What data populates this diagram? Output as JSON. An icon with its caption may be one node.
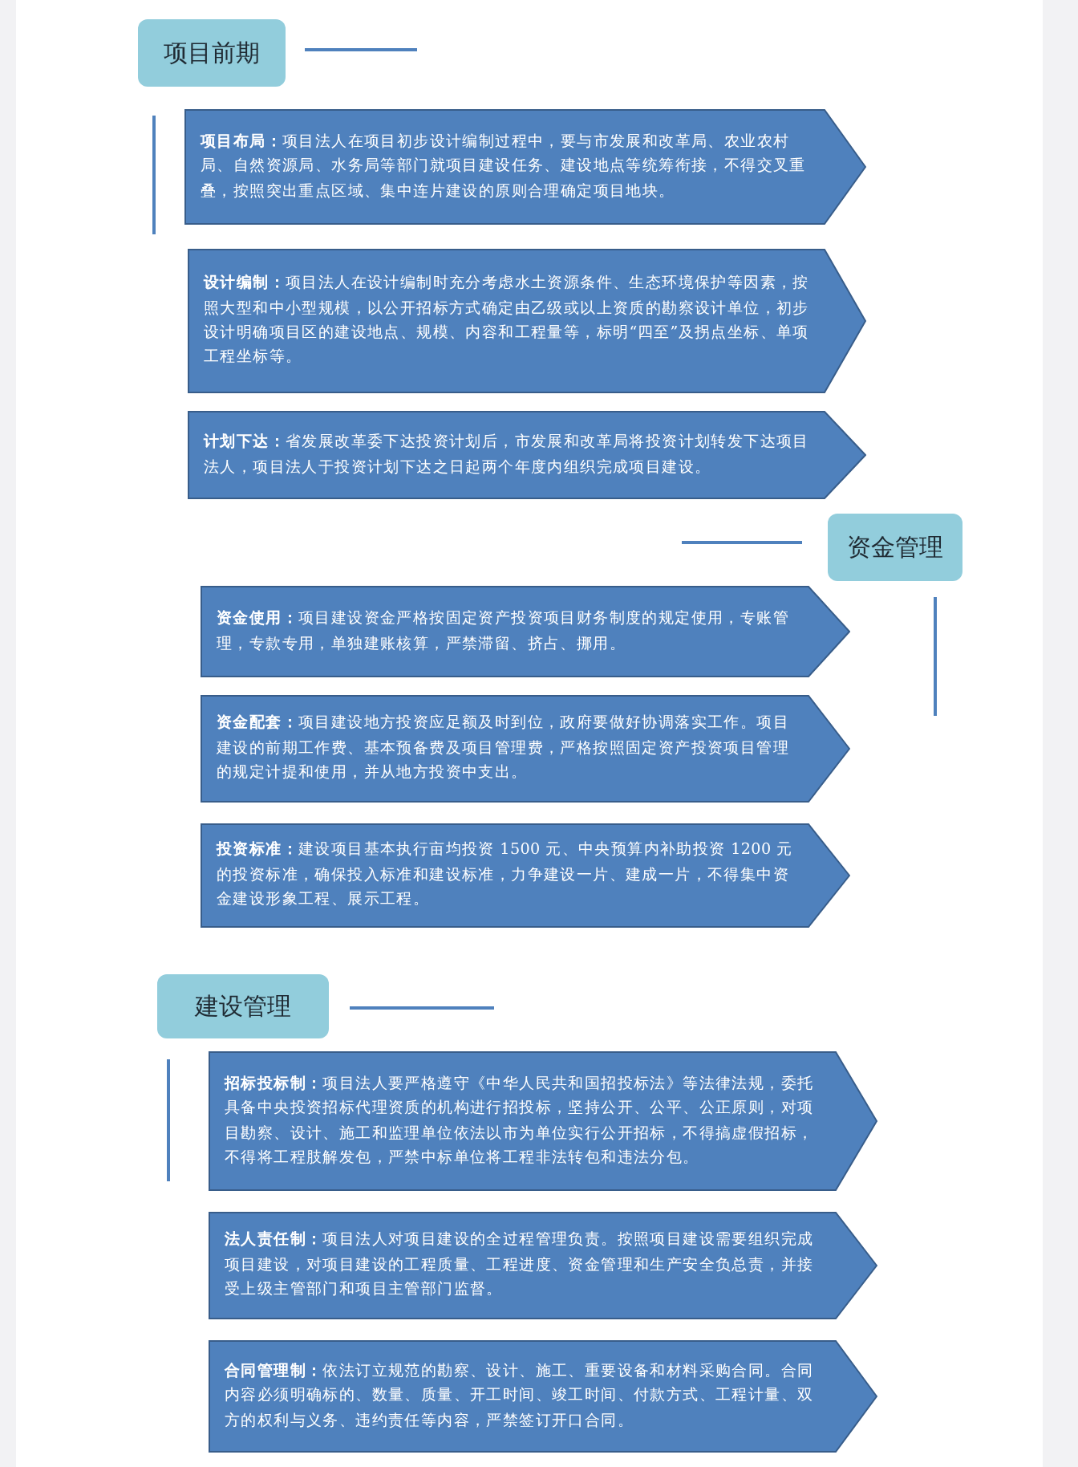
{
  "diagram": {
    "nodes": [
      {
        "text": [
          "项目前期"
        ]
      },
      {
        "text": [
          "**项目布局：**项目法人在项目初步设计编制过程中，要与市发展和改革局、农业农村局、自然资源局、水务局等部门就项目建设任务、建设地点等统筹衔接，不得交叉重叠，按照突出重点区域、集中连片建设的原则合理确定项目地块。"
        ]
      },
      {
        "text": [
          "**设计编制：**项目法人在设计编制时充分考虑水土资源条件、生态环境保护等因素，按照大型和中小型规模，以公开招标方式确定由乙级或以上资质的勘察设计单位，初步设计明确项目区的建设地点、规模、内容和工程量等，标明“四至”及拐点坐标、单项工程坐标等。"
        ]
      },
      {
        "text": [
          "**计划下达：**省发展改革委下达投资计划后，市发展和改革局将投资计划转发下达项目法人，项目法人于投资计划下达之日起两个年度内组织完成项目建设。"
        ]
      },
      {
        "text": [
          "资金管理"
        ]
      },
      {
        "text": [
          "**资金使用：**项目建设资金严格按固定资产投资项目财务制度的规定使用，专账管理，专款专用，单独建账核算，严禁滞留、挤占、挪用。"
        ]
      },
      {
        "text": [
          "**资金配套：**项目建设地方投资应足额及时到位，政府要做好协调落实工作。项目建设的前期工作费、基本预备费及项目管理费，严格按照固定资产投资项目管理的规定计提和使用，并从地方投资中支出。"
        ]
      },
      {
        "text": [
          "**投资标准：**建设项目基本执行亩均投资 1500 元、中央预算内补助投资 1200 元的投资标准，确保投入标准和建设标准，力争建设一片、建成一片，不得集中资金建设形象工程、展示工程。"
        ]
      },
      {
        "text": [
          "建设管理"
        ]
      },
      {
        "text": [
          "**招标投标制：**项目法人要严格遵守《中华人民共和国招投标法》等法律法规，委托具备中央投资招标代理资质的机构进行招投标，坚持公开、公平、公正原则，对项目勘察、设计、施工和监理单位依法以市为单位实行公开招标，不得搞虚假招标，不得将工程肢解发包，严禁中标单位将工程非法转包和违法分包。"
        ]
      },
      {
        "text": [
          "**法人责任制：**项目法人对项目建设的全过程管理负责。按照项目建设需要组织完成项目建设，对项目建设的工程质量、工程进度、资金管理和生产安全负总责，并接受上级主管部门和项目主管部门监督。"
        ]
      },
      {
        "text": [
          "**合同管理制：**依法订立规范的勘察、设计、施工、重要设备和材料采购合同。合同内容必须明确标的、数量、质量、开工时间、竣工时间、付款方式、工程计量、双方的权利与义务、违约责任等内容，严禁签订开口合同。"
        ]
      }
    ]
  }
}
